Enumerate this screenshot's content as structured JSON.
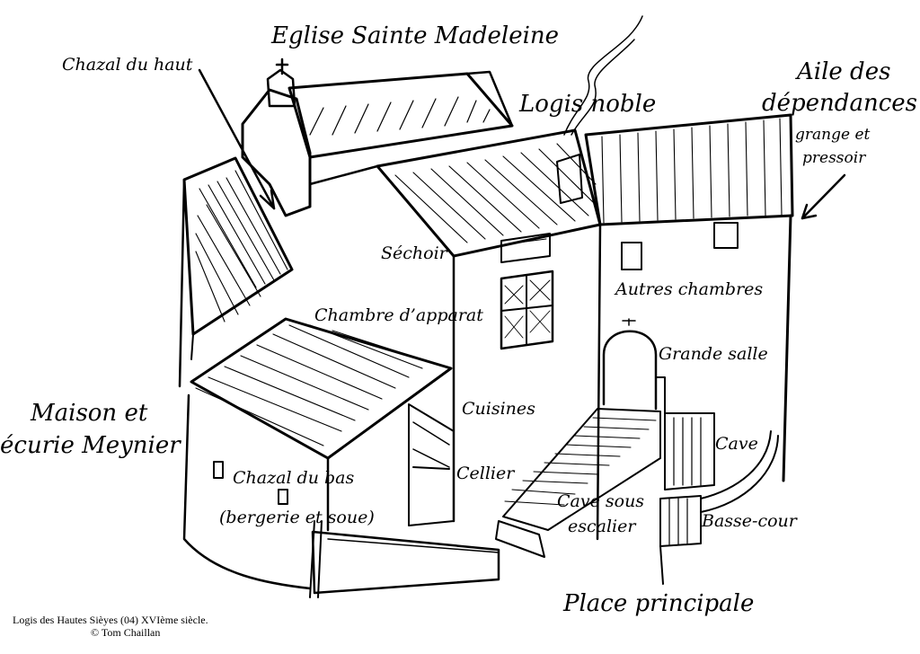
{
  "labels": {
    "eglise": "Eglise Sainte Madeleine",
    "chazal_haut": "Chazal du haut",
    "logis_noble": "Logis noble",
    "aile_1": "Aile des",
    "aile_2": "dépendances",
    "grange_1": "grange et",
    "grange_2": "pressoir",
    "sechoir": "Séchoir",
    "chambre_apparat": "Chambre d’apparat",
    "autres_chambres": "Autres chambres",
    "grande_salle": "Grande salle",
    "maison_1": "Maison et",
    "maison_2": "écurie Meynier",
    "cuisines": "Cuisines",
    "cave": "Cave",
    "cellier": "Cellier",
    "chazal_bas_1": "Chazal du bas",
    "chazal_bas_2": "(bergerie et soue)",
    "cave_escalier_1": "Cave sous",
    "cave_escalier_2": "escalier",
    "basse_cour": "Basse-cour",
    "place": "Place principale"
  },
  "credit": {
    "line1": "Logis des Hautes Sièyes (04) XVIème siècle.",
    "line2": "© Tom Chaillan"
  }
}
